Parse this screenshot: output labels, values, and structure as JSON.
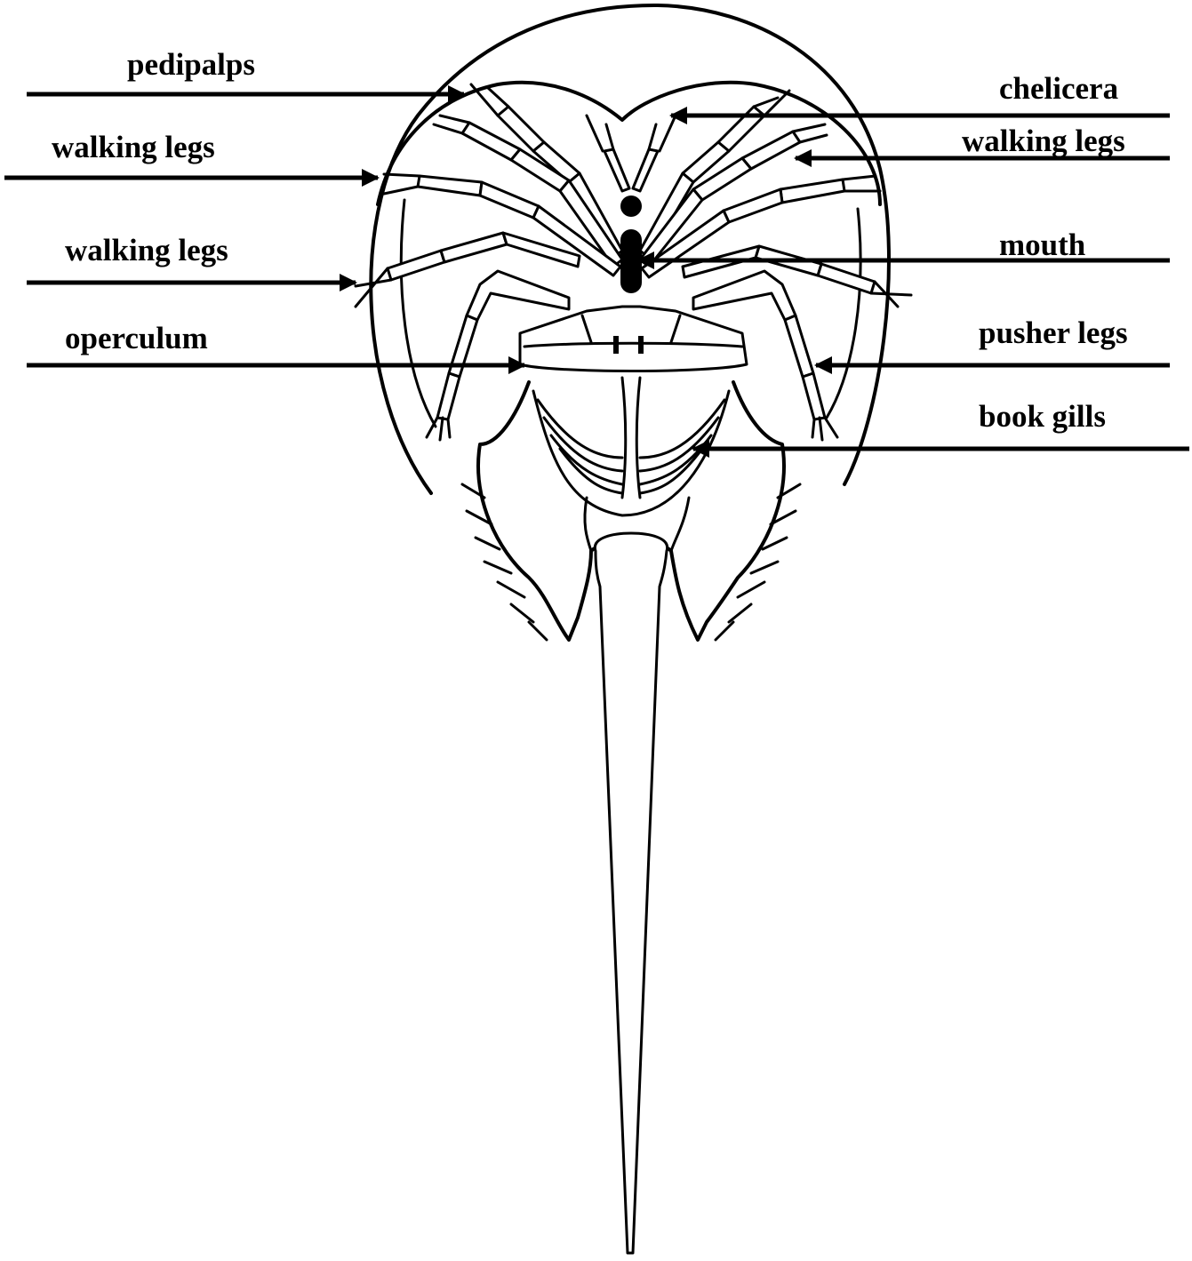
{
  "labels": {
    "pedipalps": "pedipalps",
    "walking_legs_1": "walking legs",
    "walking_legs_2": "walking legs",
    "operculum": "operculum",
    "chelicera": "chelicera",
    "walking_legs_3": "walking legs",
    "mouth": "mouth",
    "pusher_legs": "pusher legs",
    "book_gills": "book gills"
  }
}
